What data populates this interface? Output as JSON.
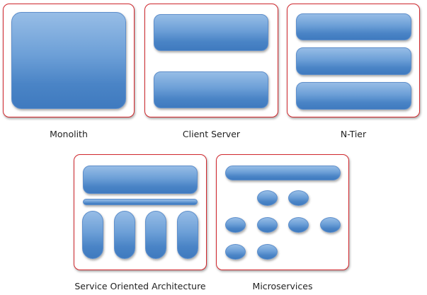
{
  "diagrams": [
    {
      "id": "monolith",
      "caption": "Monolith"
    },
    {
      "id": "client-server",
      "caption": "Client Server"
    },
    {
      "id": "n-tier",
      "caption": "N-Tier"
    },
    {
      "id": "soa",
      "caption": "Service Oriented Architecture"
    },
    {
      "id": "microservices",
      "caption": "Microservices"
    }
  ],
  "colors": {
    "frame_border": "#d1282e",
    "block_light": "#97bde6",
    "block_dark": "#3f7abf",
    "caption_text": "#222222"
  }
}
